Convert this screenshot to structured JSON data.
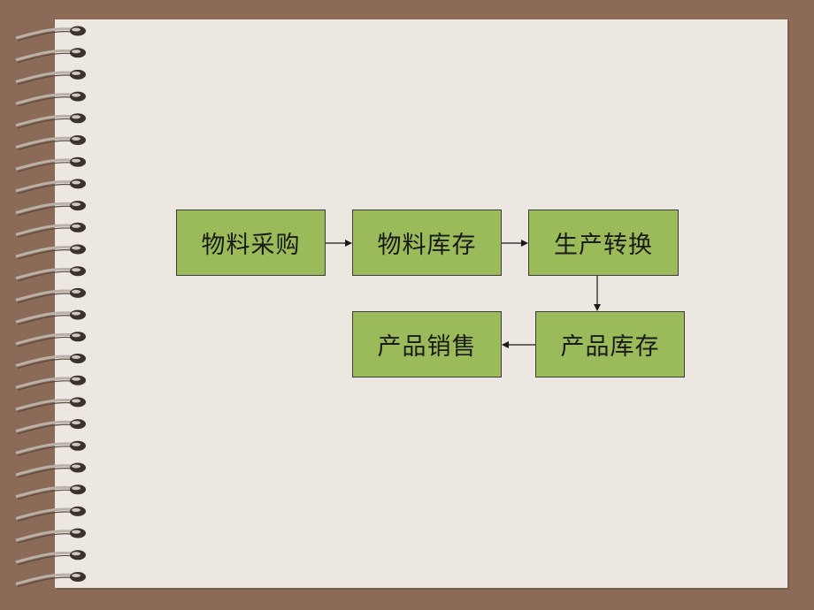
{
  "diagram": {
    "nodes": [
      {
        "id": "procure",
        "label": "物料采购"
      },
      {
        "id": "material-stock",
        "label": "物料库存"
      },
      {
        "id": "production",
        "label": "生产转换"
      },
      {
        "id": "product-stock",
        "label": "产品库存"
      },
      {
        "id": "sales",
        "label": "产品销售"
      }
    ],
    "edges": [
      {
        "from": "procure",
        "to": "material-stock"
      },
      {
        "from": "material-stock",
        "to": "production"
      },
      {
        "from": "production",
        "to": "product-stock"
      },
      {
        "from": "product-stock",
        "to": "sales"
      }
    ]
  },
  "colors": {
    "background": "#8c6a58",
    "page": "#ede7e2",
    "node_fill": "#9bbb5a",
    "node_border": "#3c3c3c"
  }
}
